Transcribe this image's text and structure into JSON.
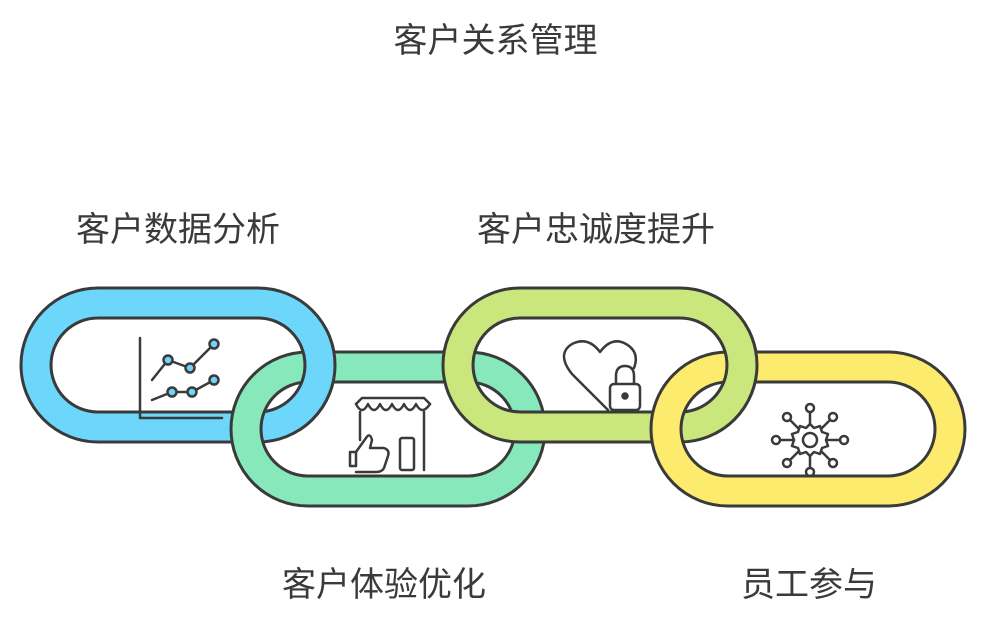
{
  "title": "客户关系管理",
  "links": [
    {
      "label": "客户数据分析",
      "color": "#6dd6fb",
      "icon": "line-chart-icon"
    },
    {
      "label": "客户体验优化",
      "color": "#86e8bb",
      "icon": "storefront-thumbs-up-icon"
    },
    {
      "label": "客户忠诚度提升",
      "color": "#c9e77d",
      "icon": "heart-lock-icon"
    },
    {
      "label": "员工参与",
      "color": "#fdeb6e",
      "icon": "network-gear-icon"
    }
  ],
  "colors": {
    "outline": "#3a3a3a",
    "text": "#3a3a3a"
  }
}
